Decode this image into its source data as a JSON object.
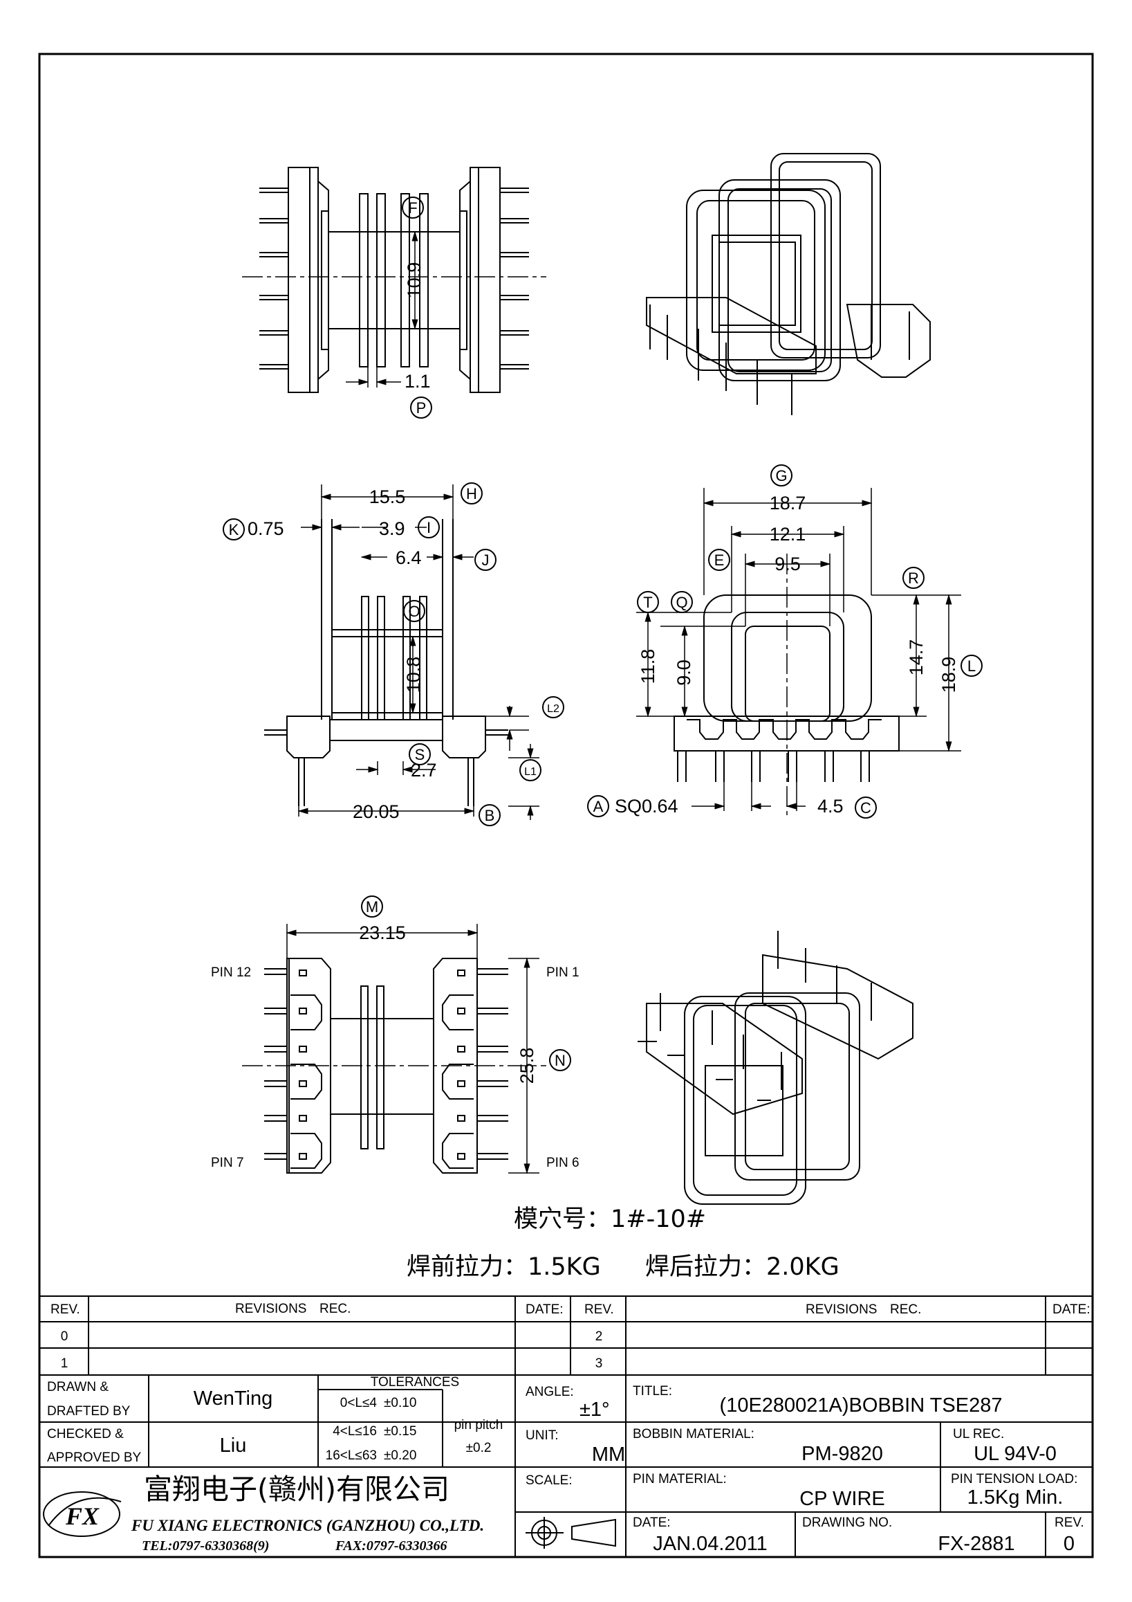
{
  "views": {
    "top": {
      "dims": {
        "f_height": "10.9",
        "p_width": "1.1"
      },
      "labels": {
        "f": "F",
        "p": "P"
      }
    },
    "side": {
      "dims": {
        "h": "15.5",
        "k": "0.75",
        "i": "3.9",
        "j": "6.4",
        "o": "10.8",
        "s": "2.7",
        "b": "20.05"
      },
      "labels": {
        "h": "H",
        "k": "K",
        "i": "I",
        "j": "J",
        "o": "O",
        "s": "S",
        "b": "B",
        "l2": "L2",
        "l1": "L1"
      }
    },
    "front": {
      "dims": {
        "g": "18.7",
        "e_outer": "12.1",
        "e_inner": "9.5",
        "t": "11.8",
        "q": "9.0",
        "r": "14.7",
        "l": "18.9",
        "a": "SQ0.64",
        "c": "4.5"
      },
      "labels": {
        "g": "G",
        "e": "E",
        "t": "T",
        "q": "Q",
        "r": "R",
        "l": "L",
        "a": "A",
        "c": "C"
      }
    },
    "bottom": {
      "dims": {
        "m": "23.15",
        "n": "25.8"
      },
      "labels": {
        "m": "M",
        "n": "N"
      },
      "pins": {
        "pin12": "PIN 12",
        "pin1": "PIN 1",
        "pin7": "PIN 7",
        "pin6": "PIN 6"
      }
    }
  },
  "notes": {
    "cavity": "模穴号：1#-10#",
    "tension_before_label": "焊前拉力：1.5KG",
    "tension_after_label": "焊后拉力：2.0KG"
  },
  "title_block": {
    "rev_header": "REV.",
    "revisions_header": "REVISIONS",
    "rec_header": "REC.",
    "date_header": "DATE:",
    "rev_rows_left": [
      "0",
      "1"
    ],
    "rev_rows_right": [
      "2",
      "3"
    ],
    "drawn_label_1": "DRAWN &",
    "drawn_label_2": "DRAFTED BY",
    "drawn_by": "WenTing",
    "checked_label_1": "CHECKED &",
    "checked_label_2": "APPROVED BY",
    "checked_by": "Liu",
    "tolerances_label": "TOLERANCES",
    "tolerances": [
      {
        "range": "0<L≤4",
        "value": "±0.10"
      },
      {
        "range": "4<L≤16",
        "value": "±0.15"
      },
      {
        "range": "16<L≤63",
        "value": "±0.20"
      }
    ],
    "pin_pitch_label": "pin pitch",
    "pin_pitch_value": "±0.2",
    "angle_label": "ANGLE:",
    "angle_value": "±1°",
    "unit_label": "UNIT:",
    "unit_value": "MM",
    "scale_label": "SCALE:",
    "title_label": "TITLE:",
    "title_value": "(10E280021A)BOBBIN TSE287",
    "bobbin_material_label": "BOBBIN MATERIAL:",
    "bobbin_material_value": "PM-9820",
    "ul_rec_label": "UL REC.",
    "ul_rec_value": "UL 94V-0",
    "pin_material_label": "PIN MATERIAL:",
    "pin_material_value": "CP WIRE",
    "pin_tension_label": "PIN TENSION LOAD:",
    "pin_tension_value": "1.5Kg Min.",
    "date_label": "DATE:",
    "date_value": "JAN.04.2011",
    "drawing_no_label": "DRAWING NO.",
    "drawing_no_value": "FX-2881",
    "rev_label": "REV.",
    "rev_value": "0",
    "company_cn": "富翔电子(赣州)有限公司",
    "company_en": "FU XIANG ELECTRONICS (GANZHOU) CO.,LTD.",
    "tel": "TEL:0797-6330368(9)",
    "fax": "FAX:0797-6330366",
    "logo_text": "FX"
  }
}
